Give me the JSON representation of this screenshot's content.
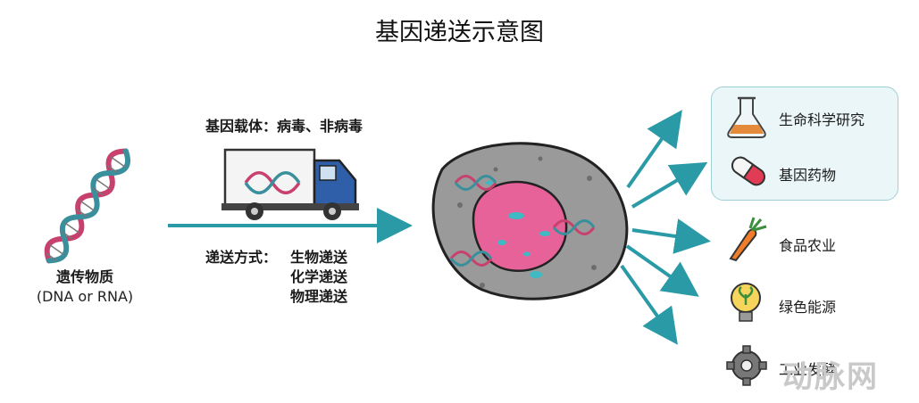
{
  "title": "基因递送示意图",
  "vector_label": "基因载体：病毒、非病毒",
  "delivery": {
    "label": "递送方式：",
    "methods": [
      "生物递送",
      "化学递送",
      "物理递送"
    ]
  },
  "genetic_material": {
    "label": "遗传物质",
    "sublabel": "(DNA or RNA)"
  },
  "applications": [
    {
      "label": "生命科学研究",
      "icon": "flask-icon"
    },
    {
      "label": "基因药物",
      "icon": "pill-capsule-icon"
    },
    {
      "label": "食品农业",
      "icon": "carrot-icon"
    },
    {
      "label": "绿色能源",
      "icon": "lightbulb-sprout-icon"
    },
    {
      "label": "工业发酵",
      "icon": "gear-icon"
    }
  ],
  "watermark": "动脉网",
  "colors": {
    "arrow": "#2a9aa6",
    "dna_pink": "#c8416e",
    "dna_teal": "#3a8f9c",
    "cell": "#9a9a9a",
    "nucleus": "#e8629a",
    "box_bg": "#eaf6f8"
  }
}
